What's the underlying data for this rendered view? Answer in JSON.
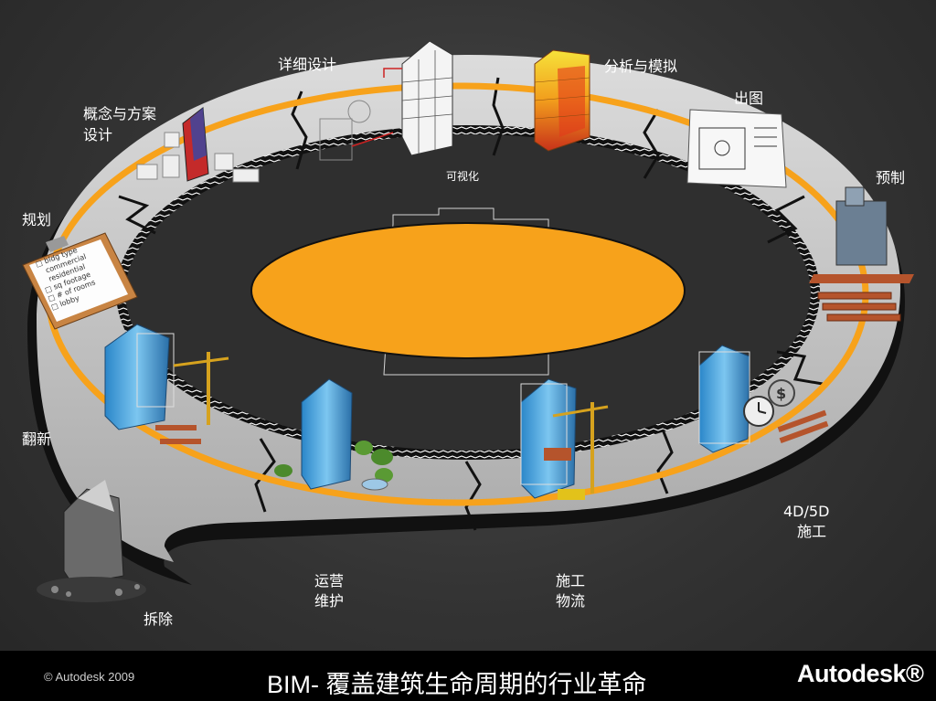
{
  "stages": {
    "detail_design": "详细设计",
    "analysis_sim": "分析与模拟",
    "concept_1": "概念与方案",
    "concept_2": "设计",
    "drawing": "出图",
    "prefab": "预制",
    "planning": "规划",
    "visualization": "可视化",
    "renovation": "翻新",
    "construction_4d5d_1": "4D/5D",
    "construction_4d5d_2": "施工",
    "ops_1": "运营",
    "ops_2": "维护",
    "logistics_1": "施工",
    "logistics_2": "物流",
    "demolition": "拆除"
  },
  "clipboard_lines": [
    "□ bldg type",
    "commercial",
    "residential",
    "□ sq footage",
    "□ # of rooms",
    "□ lobby"
  ],
  "footer": {
    "copyright": "© Autodesk 2009",
    "title": "BIM- 覆盖建筑生命周期的行业革命",
    "brand": "Autodesk®"
  },
  "colors": {
    "highlight": "#f7a21b",
    "center_fill": "#f7a21b",
    "ring_surface": "#c9c9c9",
    "ring_edge": "#0d0d0d"
  }
}
